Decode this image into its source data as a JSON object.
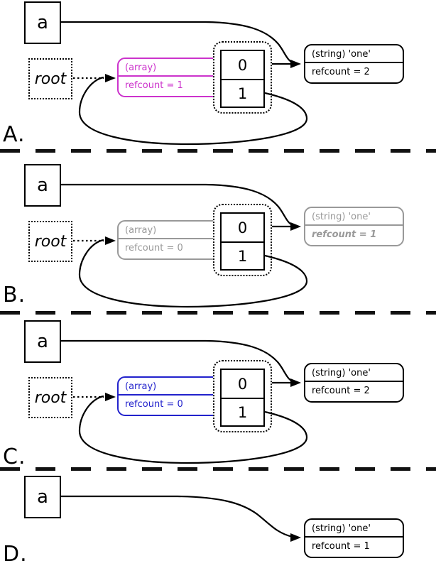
{
  "colors": {
    "panel_a_array_highlight": "#cc33cc",
    "panel_b_simulated_delete_gray": "#999999",
    "panel_c_array_highlight": "#2222cc",
    "line_color": "#000000"
  },
  "panels": {
    "a": {
      "label": "A.",
      "var_label": "a",
      "root_label": "root",
      "array_type": "(array)",
      "array_refcount": "refcount = 1",
      "cell0": "0",
      "cell1": "1",
      "string_type": "(string) 'one'",
      "string_refcount": "refcount = 2"
    },
    "b": {
      "label": "B.",
      "var_label": "a",
      "root_label": "root",
      "array_type": "(array)",
      "array_refcount": "refcount = 0",
      "cell0": "0",
      "cell1": "1",
      "string_type": "(string) 'one'",
      "string_refcount": "refcount = 1"
    },
    "c": {
      "label": "C.",
      "var_label": "a",
      "root_label": "root",
      "array_type": "(array)",
      "array_refcount": "refcount = 0",
      "cell0": "0",
      "cell1": "1",
      "string_type": "(string) 'one'",
      "string_refcount": "refcount = 2"
    },
    "d": {
      "label": "D.",
      "var_label": "a",
      "string_type": "(string) 'one'",
      "string_refcount": "refcount = 1"
    }
  }
}
